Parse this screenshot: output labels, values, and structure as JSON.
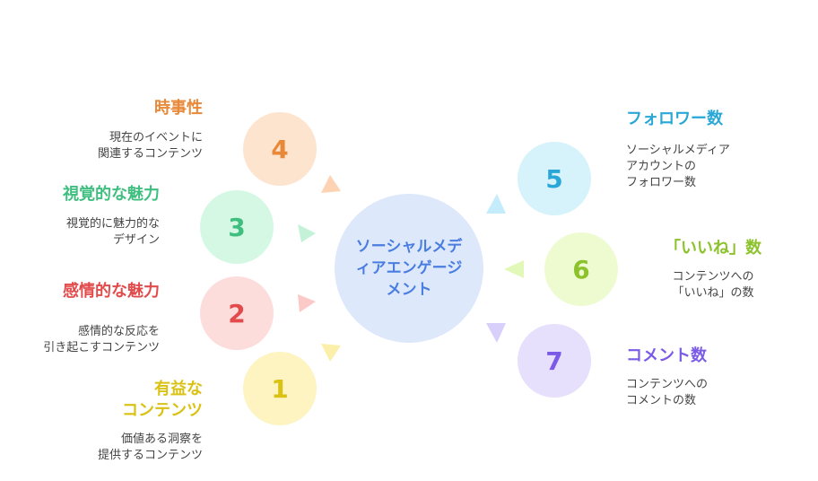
{
  "center": {
    "label": "ソーシャルメディアエンゲージメント",
    "line1": "ソーシャルメデ",
    "line2": "ィアエンゲージ",
    "line3": "メント",
    "color": "#4a7de0",
    "bg": "#dde8fb"
  },
  "items": [
    {
      "number": "4",
      "title": "時事性",
      "desc": "現在のイベントに\n関連するコンテンツ",
      "color": "#e8893a",
      "bg": "#fde4cf"
    },
    {
      "number": "3",
      "title": "視覚的な魅力",
      "desc": "視覚的に魅力的な\nデザイン",
      "color": "#3fbf7f",
      "bg": "#d4f8e4"
    },
    {
      "number": "2",
      "title": "感情的な魅力",
      "desc": "感情的な反応を\n引き起こすコンテンツ",
      "color": "#e24b4b",
      "bg": "#fddcdc"
    },
    {
      "number": "1",
      "title": "有益な\nコンテンツ",
      "desc": "価値ある洞察を\n提供するコンテンツ",
      "color": "#d9c214",
      "bg": "#fdf4c2"
    },
    {
      "number": "5",
      "title": "フォロワー数",
      "desc": "ソーシャルメディア\nアカウントの\nフォロワー数",
      "color": "#2aa7d6",
      "bg": "#d6f2fb"
    },
    {
      "number": "6",
      "title": "「いいね」数",
      "desc": "コンテンツへの\n「いいね」の数",
      "color": "#8cc22c",
      "bg": "#eefbd0"
    },
    {
      "number": "7",
      "title": "コメント数",
      "desc": "コンテンツへの\nコメントの数",
      "color": "#7a5ae6",
      "bg": "#e6e0fd"
    }
  ]
}
